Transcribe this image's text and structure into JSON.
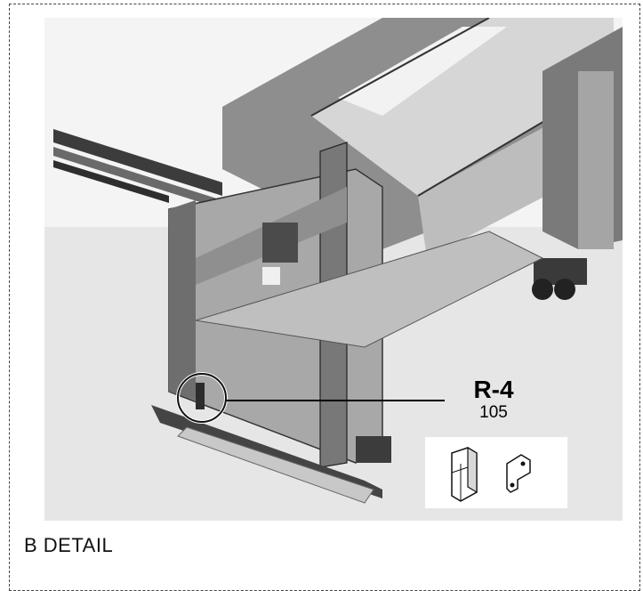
{
  "callout": {
    "code": "R-4",
    "quantity": "105"
  },
  "caption": "B  DETAIL",
  "colors": {
    "frame_border": "#444444",
    "background": "#ffffff",
    "floor": "#e8e8e8",
    "machine_dark": "#5a5a5a",
    "machine_mid": "#9a9a9a",
    "machine_light": "#d4d4d4",
    "leader_line": "#000000"
  },
  "icons": [
    "bracket-part-icon",
    "plate-part-icon",
    "detail-circle-highlight"
  ]
}
